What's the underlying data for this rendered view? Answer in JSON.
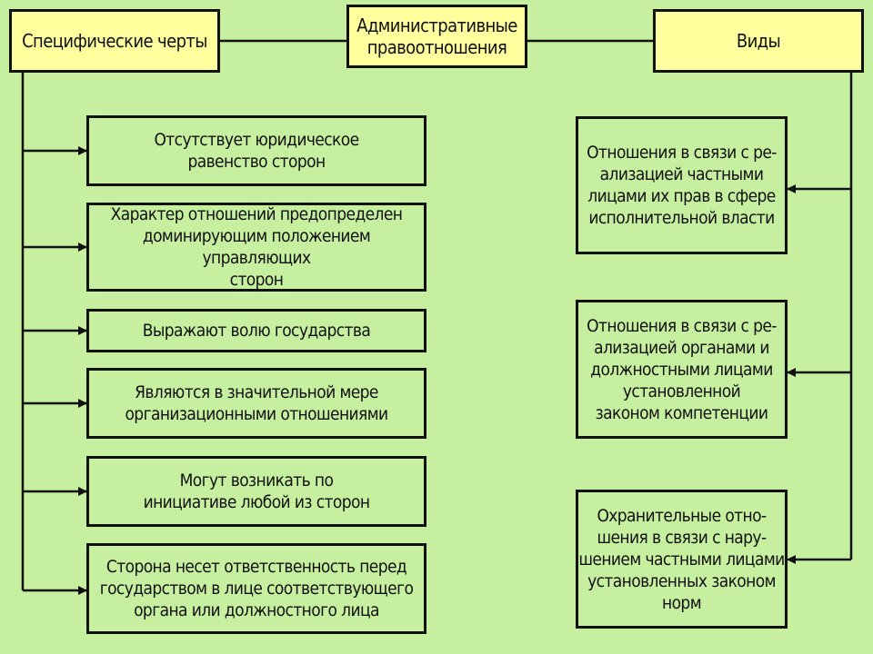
{
  "diagram": {
    "center_title": "Административные\nправоотношения",
    "left_title": "Специфические черты",
    "right_title": "Виды",
    "features": [
      "Отсутствует юридическое\nравенство сторон",
      "Характер отношений предопределен\nдоминирующим положением управляющих\nсторон",
      "Выражают волю государства",
      "Являются в значительной мере\nорганизационными отношениями",
      "Могут возникать по\nинициативе любой из сторон",
      "Сторона несет ответственность перед\nгосударством в лице соответствующего\nоргана или должностного лица"
    ],
    "types": [
      "Отношения в связи с ре-\nализацией частными\nлицами их прав в сфере\nисполнительной власти",
      "Отношения в связи с ре-\nализацией органами и\nдолжностными лицами\nустановленной\nзаконом компетенции",
      "Охранительные отно-\nшения в связи с нару-\nшением частными лицами\nустановленных законом\nнорм"
    ]
  },
  "colors": {
    "background": "#c6ef9f",
    "header_fill": "#ffff9e",
    "border": "#111111"
  }
}
